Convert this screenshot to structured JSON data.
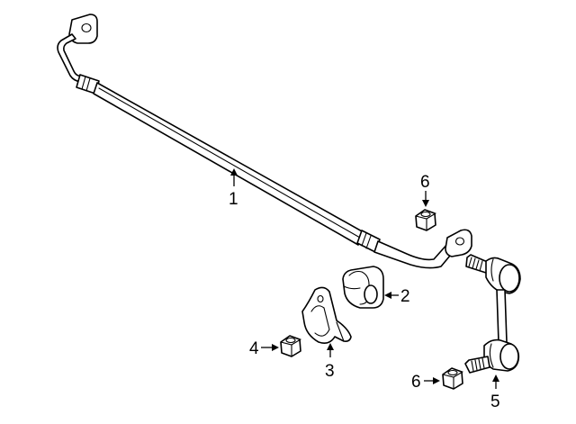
{
  "diagram": {
    "callouts": [
      {
        "id": "c1",
        "label": "1"
      },
      {
        "id": "c2",
        "label": "2"
      },
      {
        "id": "c3",
        "label": "3"
      },
      {
        "id": "c4",
        "label": "4"
      },
      {
        "id": "c5",
        "label": "5"
      },
      {
        "id": "c6a",
        "label": "6"
      },
      {
        "id": "c6b",
        "label": "6"
      }
    ]
  }
}
